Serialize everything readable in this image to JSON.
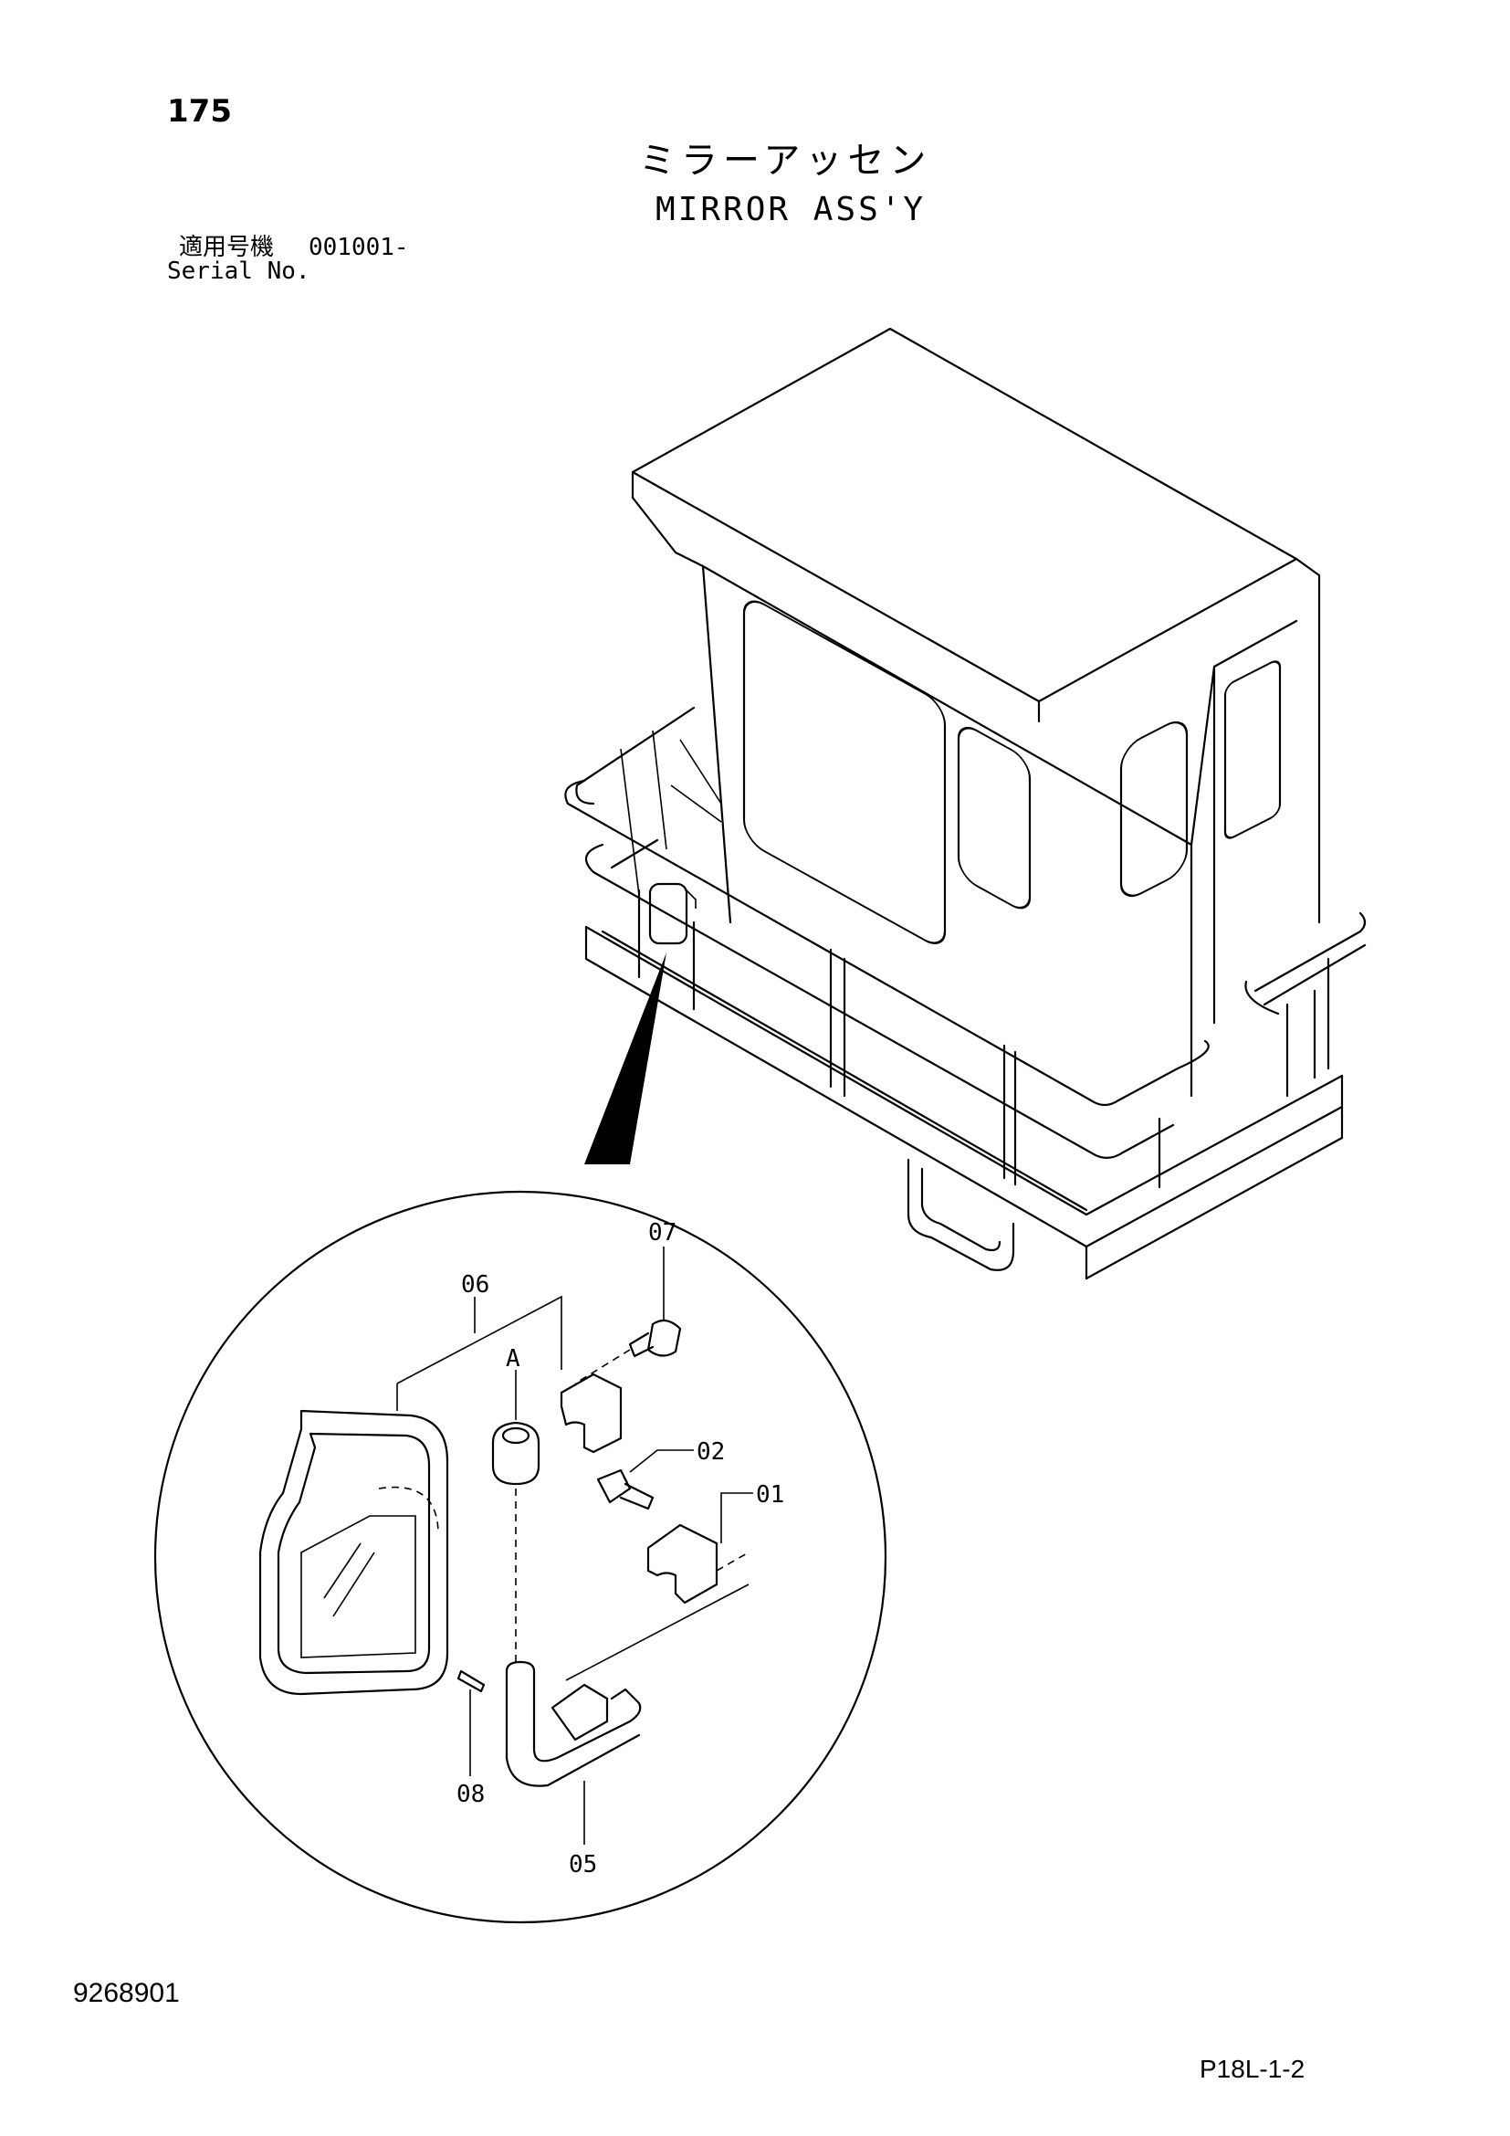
{
  "header": {
    "page_number": "175",
    "title_jp": "ミラーアッセン",
    "title_en": "MIRROR ASS'Y",
    "serial_label_jp": "適用号機",
    "serial_value": "001001-",
    "serial_label_en": "Serial No."
  },
  "callouts": {
    "p01": "01",
    "p02": "02",
    "p05": "05",
    "p06": "06",
    "p07": "07",
    "p08": "08",
    "ref_a": "A"
  },
  "footer": {
    "doc_number": "9268901",
    "sheet_ref": "P18L-1-2"
  }
}
